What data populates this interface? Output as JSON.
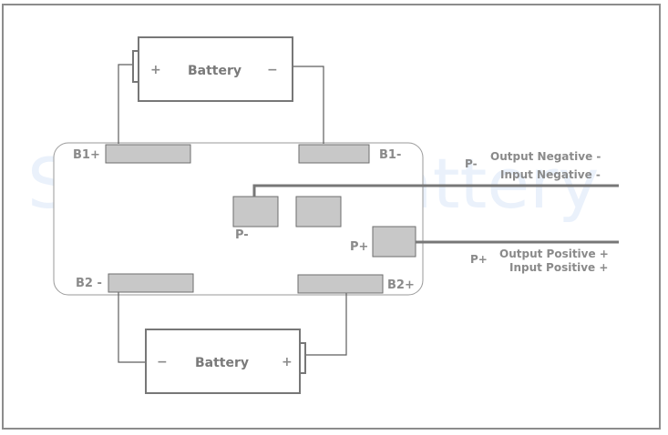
{
  "watermark": "SuPower-Battery",
  "battery_top": {
    "label": "Battery",
    "left_sign": "+",
    "right_sign": "−"
  },
  "battery_bottom": {
    "label": "Battery",
    "left_sign": "−",
    "right_sign": "+"
  },
  "pads": {
    "b1_plus": "B1+",
    "b1_minus": "B1-",
    "b2_minus": "B2 -",
    "b2_plus": "B2+",
    "p_minus": "P-",
    "p_plus": "P+"
  },
  "outputs": {
    "p_minus": "P-",
    "output_negative": "Output Negative -",
    "input_negative": "Input Negative -",
    "p_plus": "P+",
    "output_positive": "Output Positive +",
    "input_positive": "Input Positive +"
  }
}
